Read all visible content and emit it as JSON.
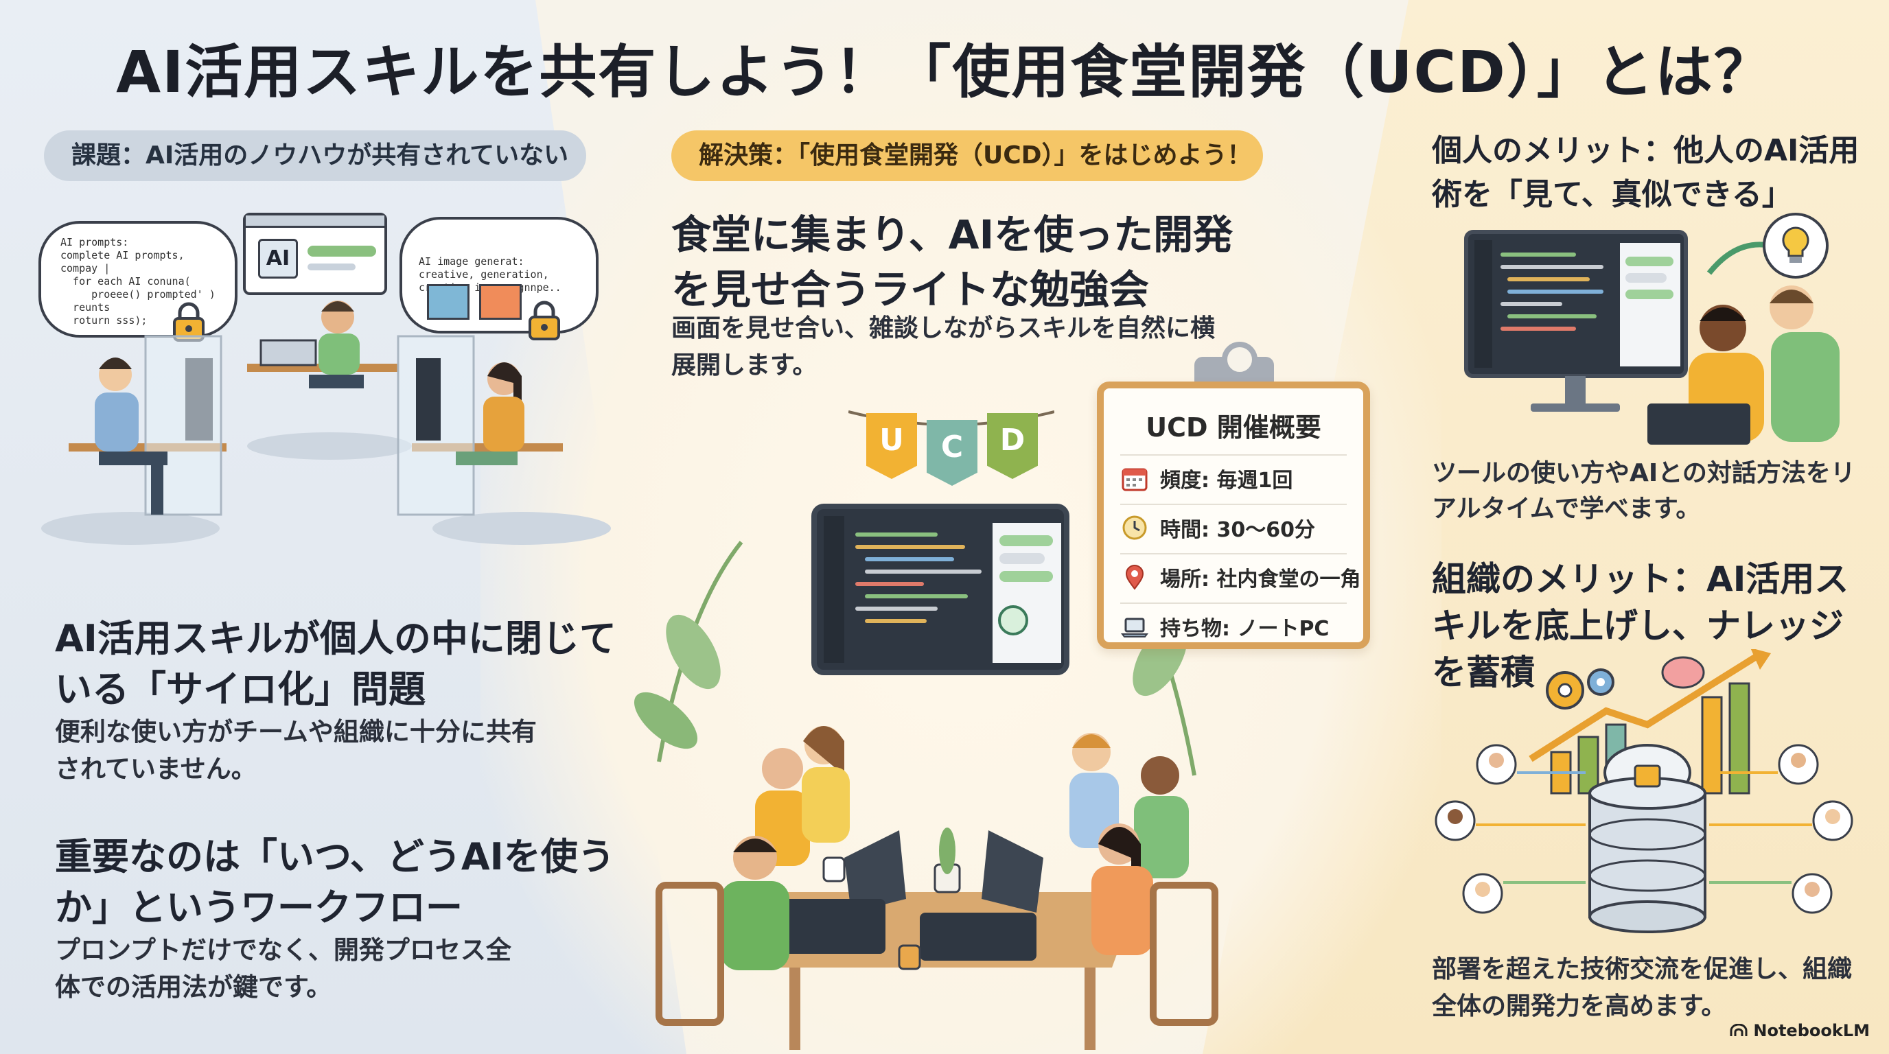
{
  "title": "AI活用スキルを共有しよう！「使用食堂開発（UCD）」とは？",
  "left": {
    "pill": "課題：AI活用のノウハウが共有されていない",
    "bubble1": "AI prompts:\ncomplete AI prompts,\ncompay |\n  for each AI conuna(\n     proeee() prompted' )\n  reunts\n  roturn sss);",
    "bubble_screen": "AI",
    "bubble3": "AI image generat:\ncreative, generation,\ncreative innage gnnpe..",
    "heading1": "AI活用スキルが個人の中に閉じている「サイロ化」問題",
    "text1": "便利な使い方がチームや組織に十分に共有されていません。",
    "heading2": "重要なのは「いつ、どうAIを使うか」というワークフロー",
    "text2": "プロンプトだけでなく、開発プロセス全体での活用法が鍵です。"
  },
  "center": {
    "pill": "解決策：「使用食堂開発（UCD）」をはじめよう！",
    "heading": "食堂に集まり、AIを使った開発を見せ合うライトな勉強会",
    "text": "画面を見せ合い、雑談しながらスキルを自然に横展開します。",
    "banner": [
      "U",
      "C",
      "D"
    ],
    "board": {
      "title": "UCD 開催概要",
      "rows": [
        {
          "icon": "calendar-icon",
          "text": "頻度: 毎週1回"
        },
        {
          "icon": "clock-icon",
          "text": "時間: 30〜60分"
        },
        {
          "icon": "location-pin-icon",
          "text": "場所: 社内食堂の一角"
        },
        {
          "icon": "laptop-icon",
          "text": "持ち物: ノートPC"
        }
      ]
    }
  },
  "right": {
    "heading1": "個人のメリット：他人のAI活用術を「見て、真似できる」",
    "text1": "ツールの使い方やAIとの対話方法をリアルタイムで学べます。",
    "heading2": "組織のメリット：AI活用スキルを底上げし、ナレッジを蓄積",
    "text2": "部署を超えた技術交流を促進し、組織全体の開発力を高めます。"
  },
  "footer": {
    "brand": "NotebookLM"
  },
  "colors": {
    "pill_gray": "#cdd6e0",
    "pill_yellow": "#f5c667",
    "banner": [
      "#f2b233",
      "#7fb7a8",
      "#8fb34f"
    ],
    "board_border": "#d9a25b"
  }
}
